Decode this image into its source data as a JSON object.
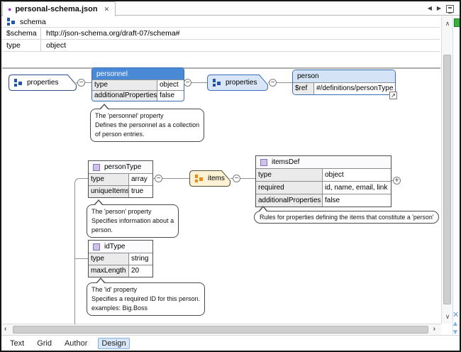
{
  "window": {
    "tab_title": "personal-schema.json"
  },
  "icons": {
    "modified_dot": "●",
    "close_tab": "✕",
    "tab_prev": "◀",
    "tab_next": "▶",
    "collapse": "−",
    "expand": "+",
    "ref_jump": "↗",
    "scroll_up": "∧",
    "scroll_down": "∨",
    "scroll_left": "‹",
    "scroll_right": "›",
    "panel_close": "✕",
    "nav_up": "▲",
    "nav_down": "▼"
  },
  "root_table": {
    "title": "schema",
    "rows": [
      {
        "label": "$schema",
        "value": "http://json-schema.org/draft-07/schema#"
      },
      {
        "label": "type",
        "value": "object"
      }
    ]
  },
  "diagram": {
    "properties_badge_1": {
      "label": "properties"
    },
    "properties_badge_2": {
      "label": "properties"
    },
    "items_badge": {
      "label": "items"
    },
    "personnel": {
      "title": "personnel",
      "rows": [
        {
          "label": "type",
          "value": "object"
        },
        {
          "label": "additionalProperties",
          "value": "false"
        }
      ]
    },
    "person": {
      "title": "person",
      "rows": [
        {
          "label": "$ref",
          "value": "#/definitions/personType"
        }
      ]
    },
    "personType": {
      "title": "personType",
      "rows": [
        {
          "label": "type",
          "value": "array"
        },
        {
          "label": "uniqueItems",
          "value": "true"
        }
      ]
    },
    "itemsDef": {
      "title": "itemsDef",
      "rows": [
        {
          "label": "type",
          "value": "object"
        },
        {
          "label": "required",
          "value": "id, name, email, link"
        },
        {
          "label": "additionalProperties",
          "value": "false"
        }
      ]
    },
    "idType": {
      "title": "idType",
      "rows": [
        {
          "label": "type",
          "value": "string"
        },
        {
          "label": "maxLength",
          "value": "20"
        }
      ]
    },
    "annotations": {
      "personnel": {
        "lines": [
          "The 'personnel' property",
          "Defines the personnel as a collection",
          "of person entries."
        ]
      },
      "personType": {
        "lines": [
          "The 'person' property",
          "Specifies information about a",
          "person."
        ]
      },
      "itemsDef": {
        "lines": [
          "Rules for properties defining the items that constitute a 'person'"
        ]
      },
      "idType": {
        "lines": [
          "The 'id' property",
          "Specifies a required ID for this person.",
          "examples: Big.Boss"
        ]
      }
    }
  },
  "mode_tabs": {
    "items": [
      {
        "label": "Text"
      },
      {
        "label": "Grid"
      },
      {
        "label": "Author"
      },
      {
        "label": "Design"
      }
    ],
    "active": "Design"
  },
  "colors": {
    "node_header_blue": "#4a89d6",
    "node_border_blue": "#3a6cb5",
    "badge_fill_light_blue": "#d9e6f8",
    "badge_fill_cream": "#fcf1d3",
    "person_header_blue": "#d5e3f6",
    "label_cell_gray": "#ebebeb",
    "connector_gray": "#8f8f8f",
    "tab_dot_purple": "#9340d5",
    "design_tab_bg": "#d7e6f8",
    "design_tab_border": "#86aedd",
    "ruler_green": "#3fae41",
    "nav_blue": "#5f9ad2",
    "lavender_icon": "#cfc2ea",
    "squares_icon_blue": "#2456a8",
    "squares_icon_orange": "#e8891a"
  }
}
